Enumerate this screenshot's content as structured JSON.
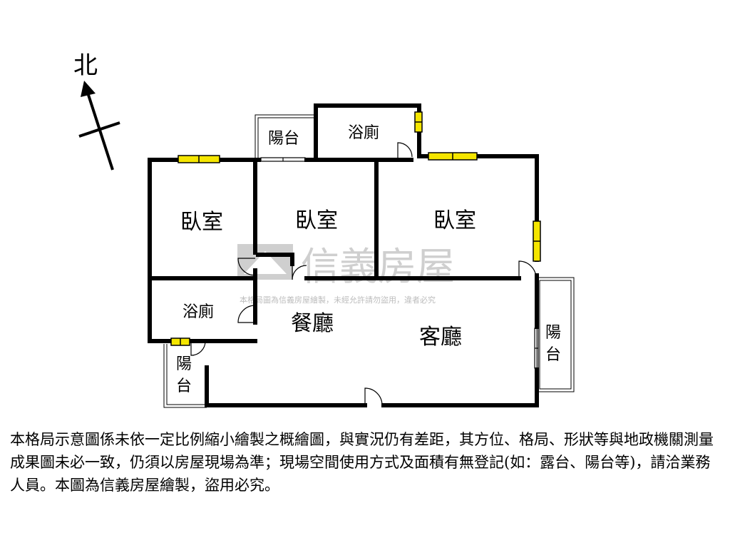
{
  "compass": {
    "label": "北"
  },
  "watermark": {
    "brand": "信義房屋",
    "note": "本格局圖為信義房屋繪製，未經允許請勿盜用，違者必究"
  },
  "rooms": {
    "balcony_north": "陽台",
    "bath_north": "浴廁",
    "bedroom_1": "臥室",
    "bedroom_2": "臥室",
    "bedroom_3": "臥室",
    "bath_west": "浴廁",
    "dining": "餐廳",
    "living": "客廳",
    "balcony_east_1": "陽",
    "balcony_east_2": "台",
    "balcony_sw_1": "陽",
    "balcony_sw_2": "台"
  },
  "disclaimer": "本格局示意圖係未依一定比例縮小繪製之概繪圖，與實況仍有差距，其方位、格局、形狀等與地政機關測量成果圖未必一致，仍須以房屋現場為準；現場空間使用方式及面積有無登記(如：露台、陽台等)，請洽業務人員。本圖為信義房屋繪製，盜用必究。",
  "colors": {
    "wall": "#000000",
    "window": "#f5e600",
    "watermark": "#cfcfcf"
  }
}
